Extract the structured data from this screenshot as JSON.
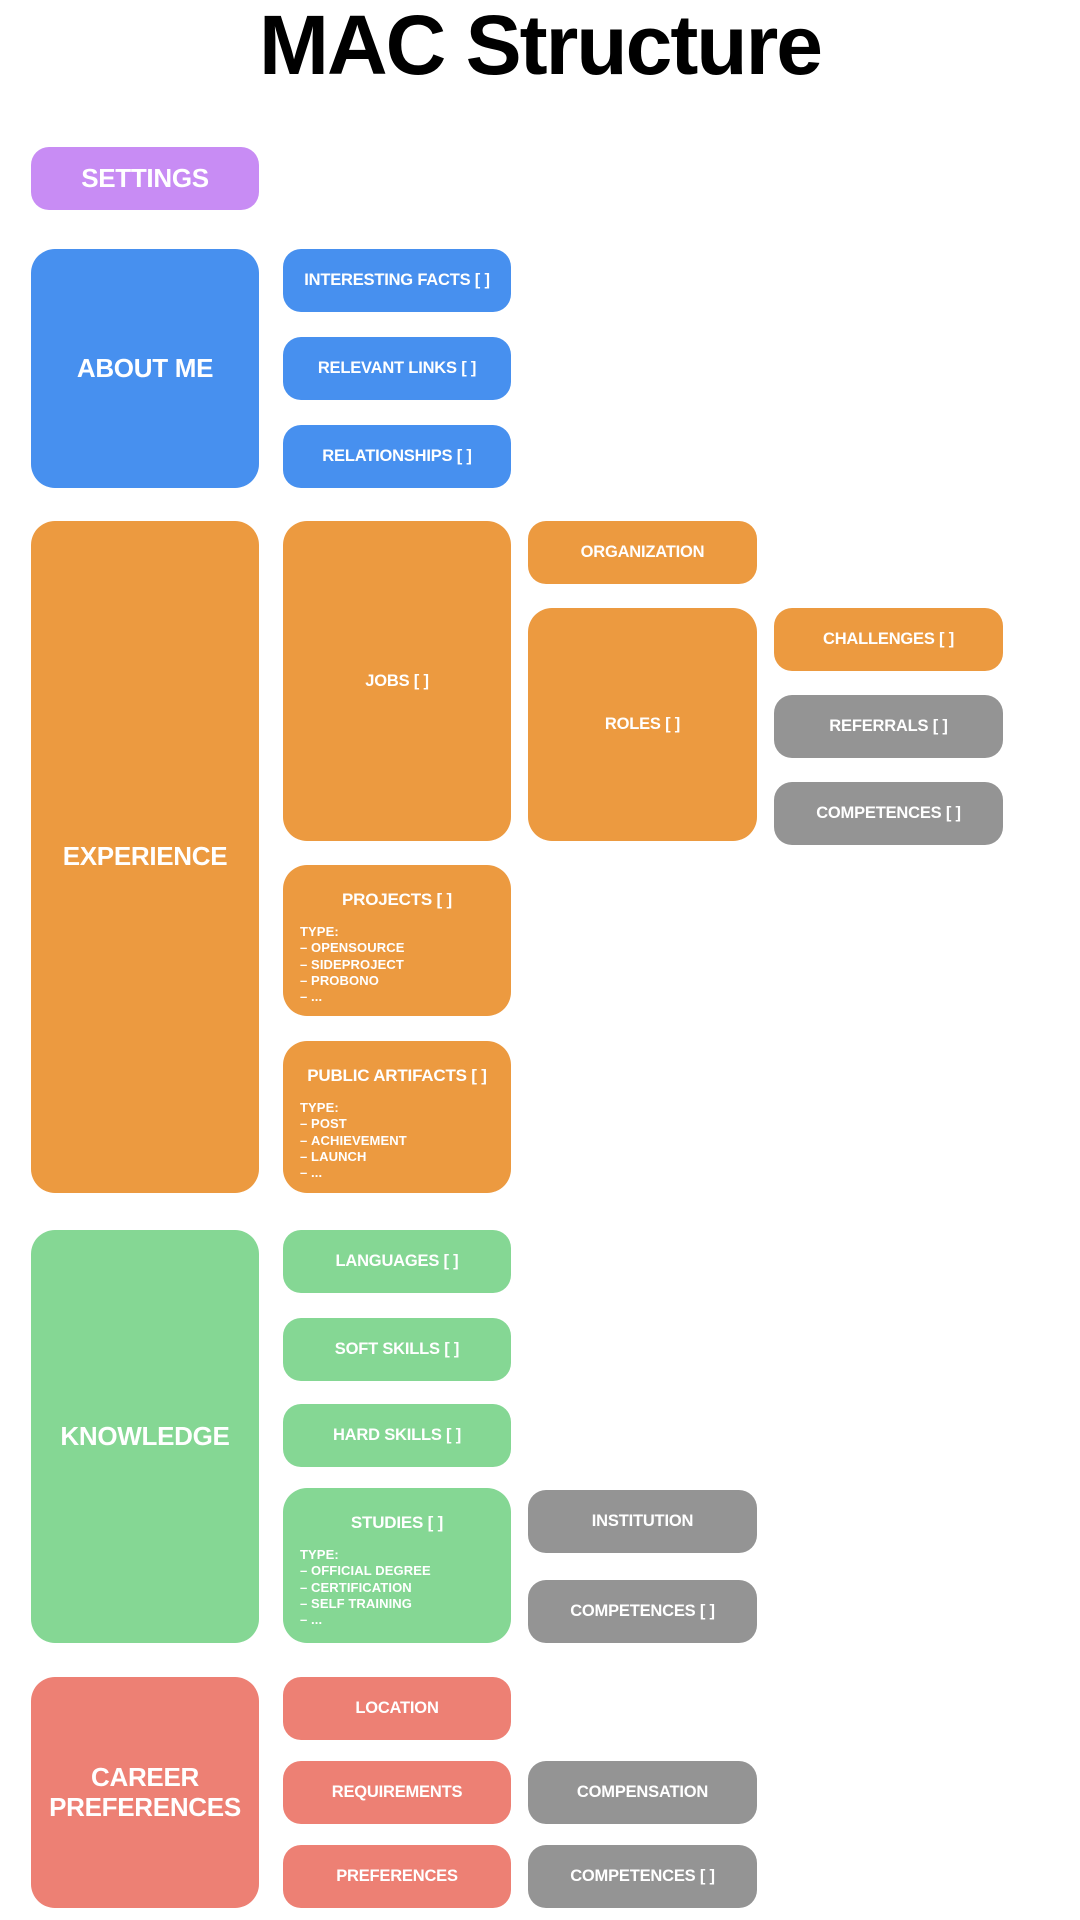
{
  "page_title": "MAC Structure",
  "colors": {
    "settings_purple": "#c88cf4",
    "about_me_blue": "#4790ef",
    "experience_orange": "#ec9a40",
    "knowledge_green": "#85d794",
    "career_red": "#ed8074",
    "shared_gray": "#949494",
    "text_white": "#ffffff",
    "title_black": "#000000"
  },
  "settings": {
    "label": "SETTINGS"
  },
  "about_me": {
    "label": "ABOUT ME",
    "interesting_facts": "INTERESTING FACTS [ ]",
    "relevant_links": "RELEVANT LINKS [ ]",
    "relationships": "RELATIONSHIPS [ ]"
  },
  "experience": {
    "label": "EXPERIENCE",
    "jobs": "JOBS [ ]",
    "organization": "ORGANIZATION",
    "roles": "ROLES [ ]",
    "challenges": "CHALLENGES [ ]",
    "referrals": "REFERRALS [ ]",
    "competences": "COMPETENCES [ ]",
    "projects": {
      "label": "PROJECTS [ ]",
      "type_heading": "TYPE:",
      "types": [
        "OPENSOURCE",
        "SIDEPROJECT",
        "PROBONO",
        "..."
      ]
    },
    "public_artifacts": {
      "label": "PUBLIC ARTIFACTS [ ]",
      "type_heading": "TYPE:",
      "types": [
        "POST",
        "ACHIEVEMENT",
        "LAUNCH",
        "..."
      ]
    }
  },
  "knowledge": {
    "label": "KNOWLEDGE",
    "languages": "LANGUAGES [ ]",
    "soft_skills": "SOFT SKILLS [ ]",
    "hard_skills": "HARD SKILLS [ ]",
    "studies": {
      "label": "STUDIES [ ]",
      "type_heading": "TYPE:",
      "types": [
        "OFFICIAL DEGREE",
        "CERTIFICATION",
        "SELF TRAINING",
        "..."
      ]
    },
    "institution": "INSTITUTION",
    "competences": "COMPETENCES [ ]"
  },
  "career_preferences": {
    "label": "CAREER PREFERENCES",
    "location": "LOCATION",
    "requirements": "REQUIREMENTS",
    "preferences": "PREFERENCES",
    "compensation": "COMPENSATION",
    "competences": "COMPETENCES [ ]"
  }
}
